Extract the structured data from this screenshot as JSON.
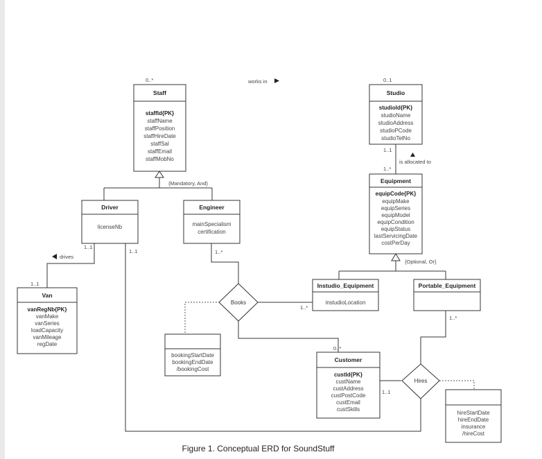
{
  "caption": "Figure 1. Conceptual ERD for SoundStuff",
  "entities": {
    "staff": {
      "title": "Staff",
      "pk": "staffId{PK}",
      "attrs": [
        "staffName",
        "staffPosition",
        "staffHireDate",
        "staffSal",
        "staffEmail",
        "staffMobNo"
      ]
    },
    "studio": {
      "title": "Studio",
      "pk": "studioId{PK}",
      "attrs": [
        "studioName",
        "studioAddress",
        "studioPCode",
        "studioTelNo"
      ]
    },
    "equipment": {
      "title": "Equipment",
      "pk": "equipCode{PK}",
      "attrs": [
        "equipMake",
        "equipSeries",
        "equipModel",
        "equipCondition",
        "equipStatus",
        "lastServicingDate",
        "costPerDay"
      ]
    },
    "driver": {
      "title": "Driver",
      "attrs": [
        "licenseNb"
      ]
    },
    "engineer": {
      "title": "Engineer",
      "attrs": [
        "mainSpecialism",
        "certification"
      ]
    },
    "van": {
      "title": "Van",
      "pk": "vanRegNb{PK}",
      "attrs": [
        "vanMake",
        "vanSeries",
        "loadCapacity",
        "vanMileage",
        "regDate"
      ]
    },
    "instudio": {
      "title": "Instudio_Equipment",
      "attrs": [
        "instudioLocation"
      ]
    },
    "portable": {
      "title": "Portable_Equipment",
      "attrs": []
    },
    "customer": {
      "title": "Customer",
      "pk": "custId{PK}",
      "attrs": [
        "custName",
        "custAddress",
        "custPostCode",
        "custEmail",
        "custSkills"
      ]
    }
  },
  "relationships": {
    "books": "Books",
    "hires": "Hires",
    "works_in": "works in",
    "is_allocated_to": "is allocated to",
    "drives": "drives"
  },
  "constraints": {
    "staff_spec": "{Mandatory, And}",
    "equipment_spec": "{Optional, Or}"
  },
  "associative": {
    "booking": [
      "bookingStartDate",
      "bookingEndDate",
      "/bookingCost"
    ],
    "hire": [
      "hireStartDate",
      "hireEndDate",
      "insurance",
      "/hireCost"
    ]
  },
  "multiplicities": {
    "staff_works_in": "0..*",
    "studio_works_in": "0..1",
    "studio_allocated": "1..1",
    "equipment_allocated": "1..*",
    "driver_drives": "1..1",
    "van_drives": "1..1",
    "driver_hires": "1..1",
    "engineer_books": "1..*",
    "instudio_books": "1..*",
    "customer_books": "0..*",
    "portable_hires": "1..*",
    "customer_hires": "1..1"
  }
}
